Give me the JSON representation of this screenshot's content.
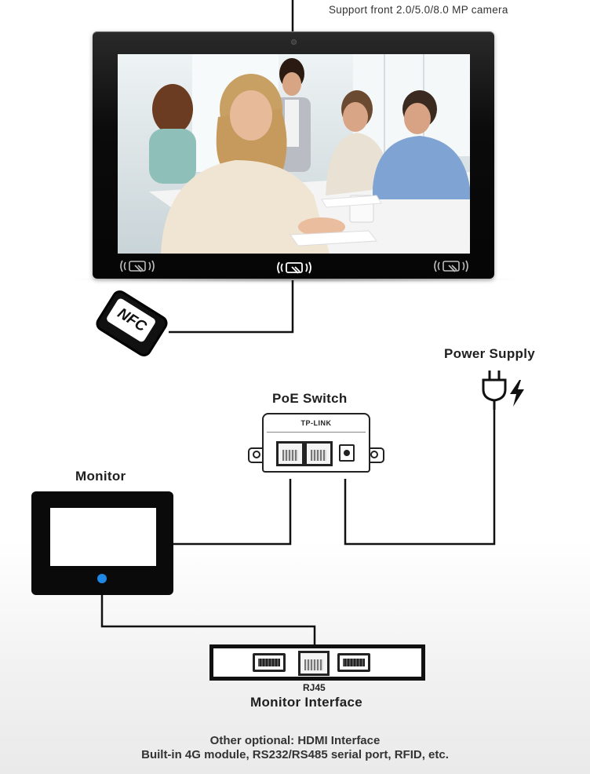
{
  "camera_note": "Support front 2.0/5.0/8.0 MP camera",
  "nfc_phone_label": "NFC",
  "power_supply_label": "Power Supply",
  "poe_switch_label": "PoE Switch",
  "poe_switch_brand": "TP-LINK",
  "monitor_label": "Monitor",
  "rj45_label": "RJ45",
  "monitor_interface_label": "Monitor Interface",
  "footer": {
    "line1": "Other optional: HDMI Interface",
    "line2": "Built-in 4G module, RS232/RS485 serial port, RFID, etc."
  },
  "colors": {
    "monitor_led": "#1e88e5",
    "wire": "#111111"
  },
  "icons": [
    "nfc-tap-icon",
    "nfc-phone-icon",
    "power-plug-icon",
    "lightning-icon",
    "rj45-port-icon",
    "hdmi-port-icon",
    "dc-jack-icon"
  ]
}
